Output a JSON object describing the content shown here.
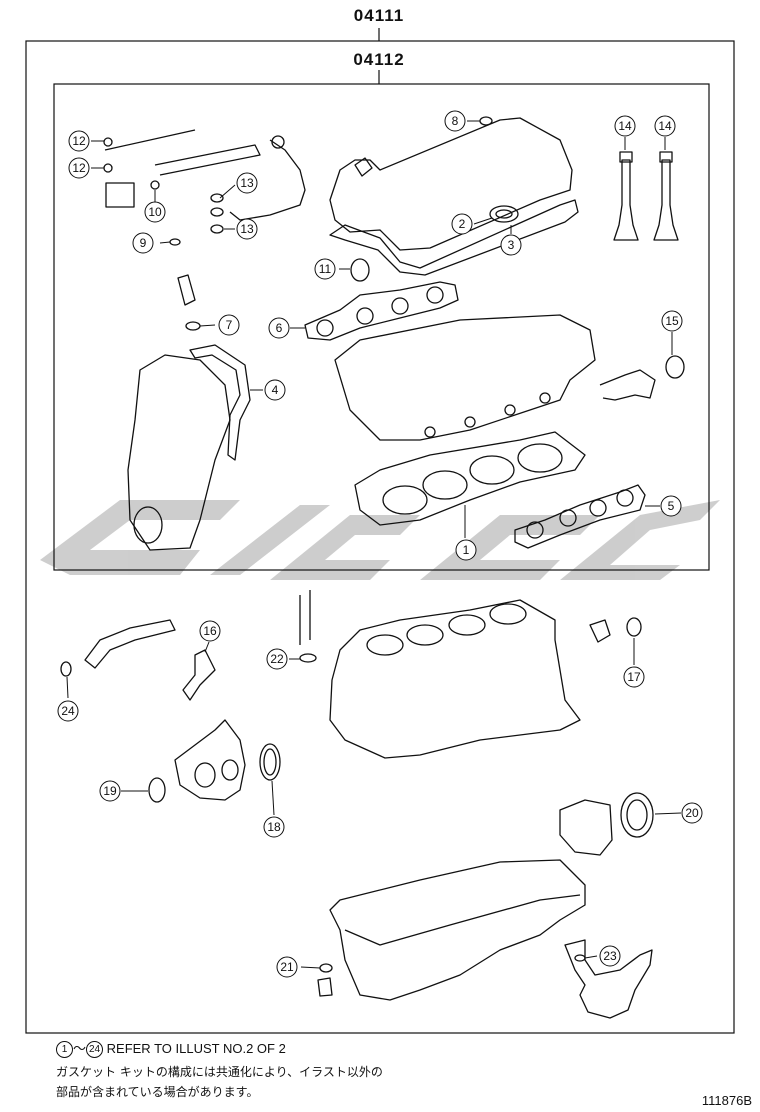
{
  "assembly": {
    "outer_part_no": "04111",
    "inner_part_no": "04112"
  },
  "callouts": {
    "c1": "1",
    "c2": "2",
    "c3": "3",
    "c4": "4",
    "c5": "5",
    "c6": "6",
    "c7": "7",
    "c8": "8",
    "c9": "9",
    "c10": "10",
    "c11": "11",
    "c12a": "12",
    "c12b": "12",
    "c13a": "13",
    "c13b": "13",
    "c14a": "14",
    "c14b": "14",
    "c15": "15",
    "c16": "16",
    "c17": "17",
    "c18": "18",
    "c19": "19",
    "c20": "20",
    "c21": "21",
    "c22": "22",
    "c23": "23",
    "c24": "24"
  },
  "note": {
    "range_start": "1",
    "tilde": "～",
    "range_end": "24",
    "refer_text": "REFER TO ILLUST NO.2 OF 2",
    "jp_line1": "ガスケット キットの構成には共通化により、イラスト以外の",
    "jp_line2": "部品が含まれている場合があります。"
  },
  "illustration_code": "111876B",
  "colors": {
    "line": "#111111",
    "watermark": "#b8b8b8"
  }
}
